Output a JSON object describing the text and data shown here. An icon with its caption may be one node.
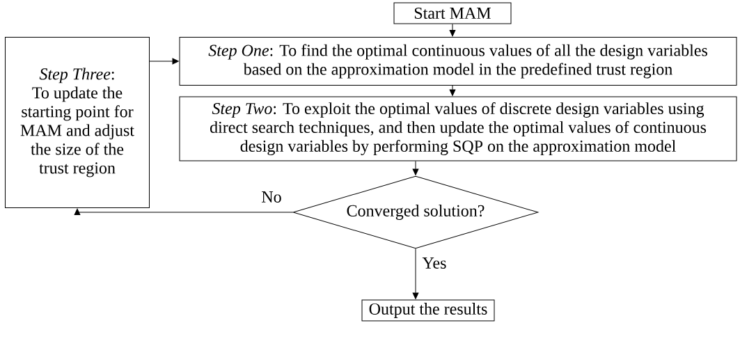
{
  "diagram": {
    "nodes": [
      {
        "text": [
          "Start MAM"
        ]
      },
      {
        "text": [
          "*Step One*: To find the optimal continuous values of all the design variables based on the approximation model in the predefined trust region"
        ]
      },
      {
        "text": [
          "*Step Two*: To exploit the optimal values of discrete design variables using direct search techniques, and then update the optimal values of continuous design variables by performing SQP on the approximation model"
        ]
      },
      {
        "text": [
          "Converged solution?"
        ]
      },
      {
        "text": [
          "Output the results"
        ]
      },
      {
        "text": [
          "*Step Three*:",
          "To update the starting point for MAM and adjust the size of the trust region"
        ]
      }
    ],
    "edges": [
      {
        "from": 0,
        "to": 1,
        "arrow": "to"
      },
      {
        "from": 1,
        "to": 2,
        "arrow": "to"
      },
      {
        "from": 2,
        "to": 3,
        "arrow": "to"
      },
      {
        "from": 3,
        "to": 4,
        "arrow": "to",
        "label": "Yes"
      },
      {
        "from": 3,
        "to": 5,
        "arrow": "to",
        "label": "No"
      },
      {
        "from": 5,
        "to": 1,
        "arrow": "to"
      }
    ]
  }
}
